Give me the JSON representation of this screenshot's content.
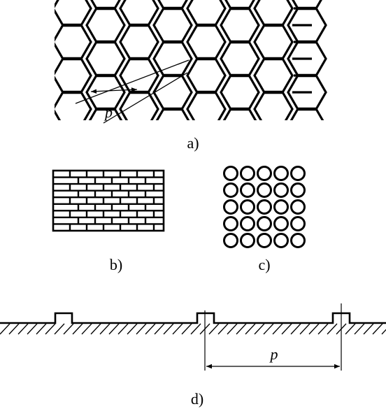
{
  "figure": {
    "panels": [
      {
        "id": "a",
        "label": "a)",
        "pattern": "hexagonal-cells",
        "dimension": "p"
      },
      {
        "id": "b",
        "label": "b)",
        "pattern": "brick-rectangles"
      },
      {
        "id": "c",
        "label": "c)",
        "pattern": "circle-grid"
      },
      {
        "id": "d",
        "label": "d)",
        "pattern": "periodic-ridges-on-hatched-surface",
        "dimension": "p"
      }
    ],
    "line_color": "#000000",
    "background": "#ffffff"
  }
}
